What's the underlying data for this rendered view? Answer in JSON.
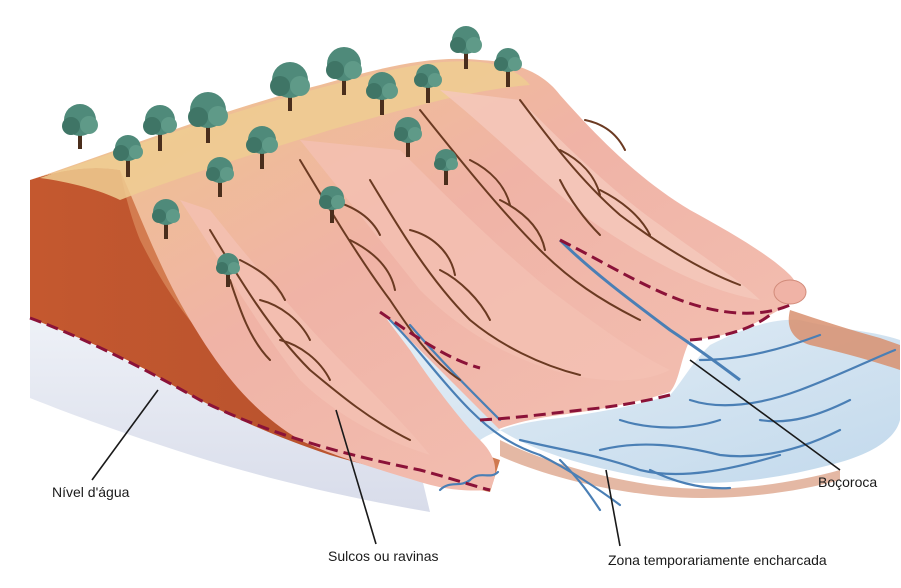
{
  "labels": {
    "water_level": "Nível d'água",
    "rills": "Sulcos ou ravinas",
    "gully": "Boçoroca",
    "wet_zone": "Zona temporariamente encharcada"
  },
  "colors": {
    "sky_background": "#ffffff",
    "soil_cross_section": "#b9532e",
    "soil_cross_section_light": "#d98a5c",
    "terrain_pink": "#f0b3a6",
    "terrain_yellow": "#eec789",
    "terrain_ridge": "#e9a08a",
    "water_blue": "#cbe0ef",
    "stream_blue": "#4a7fb5",
    "water_table_line": "#8b1238",
    "gully_brown": "#6b3a22",
    "tree_canopy": "#4f8a7a",
    "tree_trunk": "#4a2e1c",
    "callout_line": "#1a1a1a"
  },
  "icons": {
    "trees": "tree-icon"
  }
}
